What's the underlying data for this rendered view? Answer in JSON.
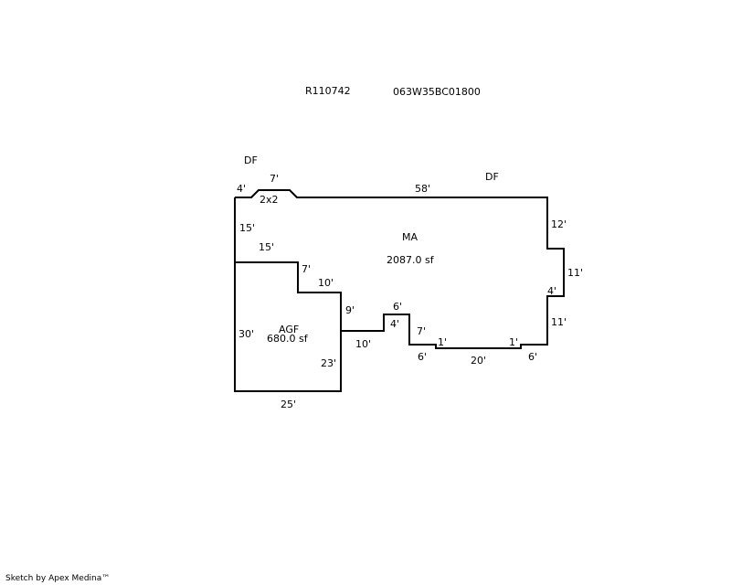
{
  "header": {
    "account_id": "R110742",
    "map_number": "063W35BC01800"
  },
  "labels": {
    "df_left": "DF",
    "df_right": "DF",
    "chimney": "2x2",
    "ma_name": "MA",
    "ma_area": "2087.0 sf",
    "agf_name": "AGF",
    "agf_area": "680.0 sf"
  },
  "dimensions": {
    "d_4_top": "4'",
    "d_7_top": "7'",
    "d_58": "58'",
    "d_15_left": "15'",
    "d_15_inner": "15'",
    "d_7_inner": "7'",
    "d_10_inner": "10'",
    "d_12": "12'",
    "d_11_right": "11'",
    "d_4_right": "4'",
    "d_11_lower": "11'",
    "d_9": "9'",
    "d_6_step": "6'",
    "d_4_step": "4'",
    "d_7_step": "7'",
    "d_10_bottom": "10'",
    "d_6_left_bottom": "6'",
    "d_1_left": "1'",
    "d_20": "20'",
    "d_1_right": "1'",
    "d_6_right_bottom": "6'",
    "d_30": "30'",
    "d_23": "23'",
    "d_25": "25'"
  },
  "footer": {
    "credit": "Sketch by Apex Medina™"
  }
}
